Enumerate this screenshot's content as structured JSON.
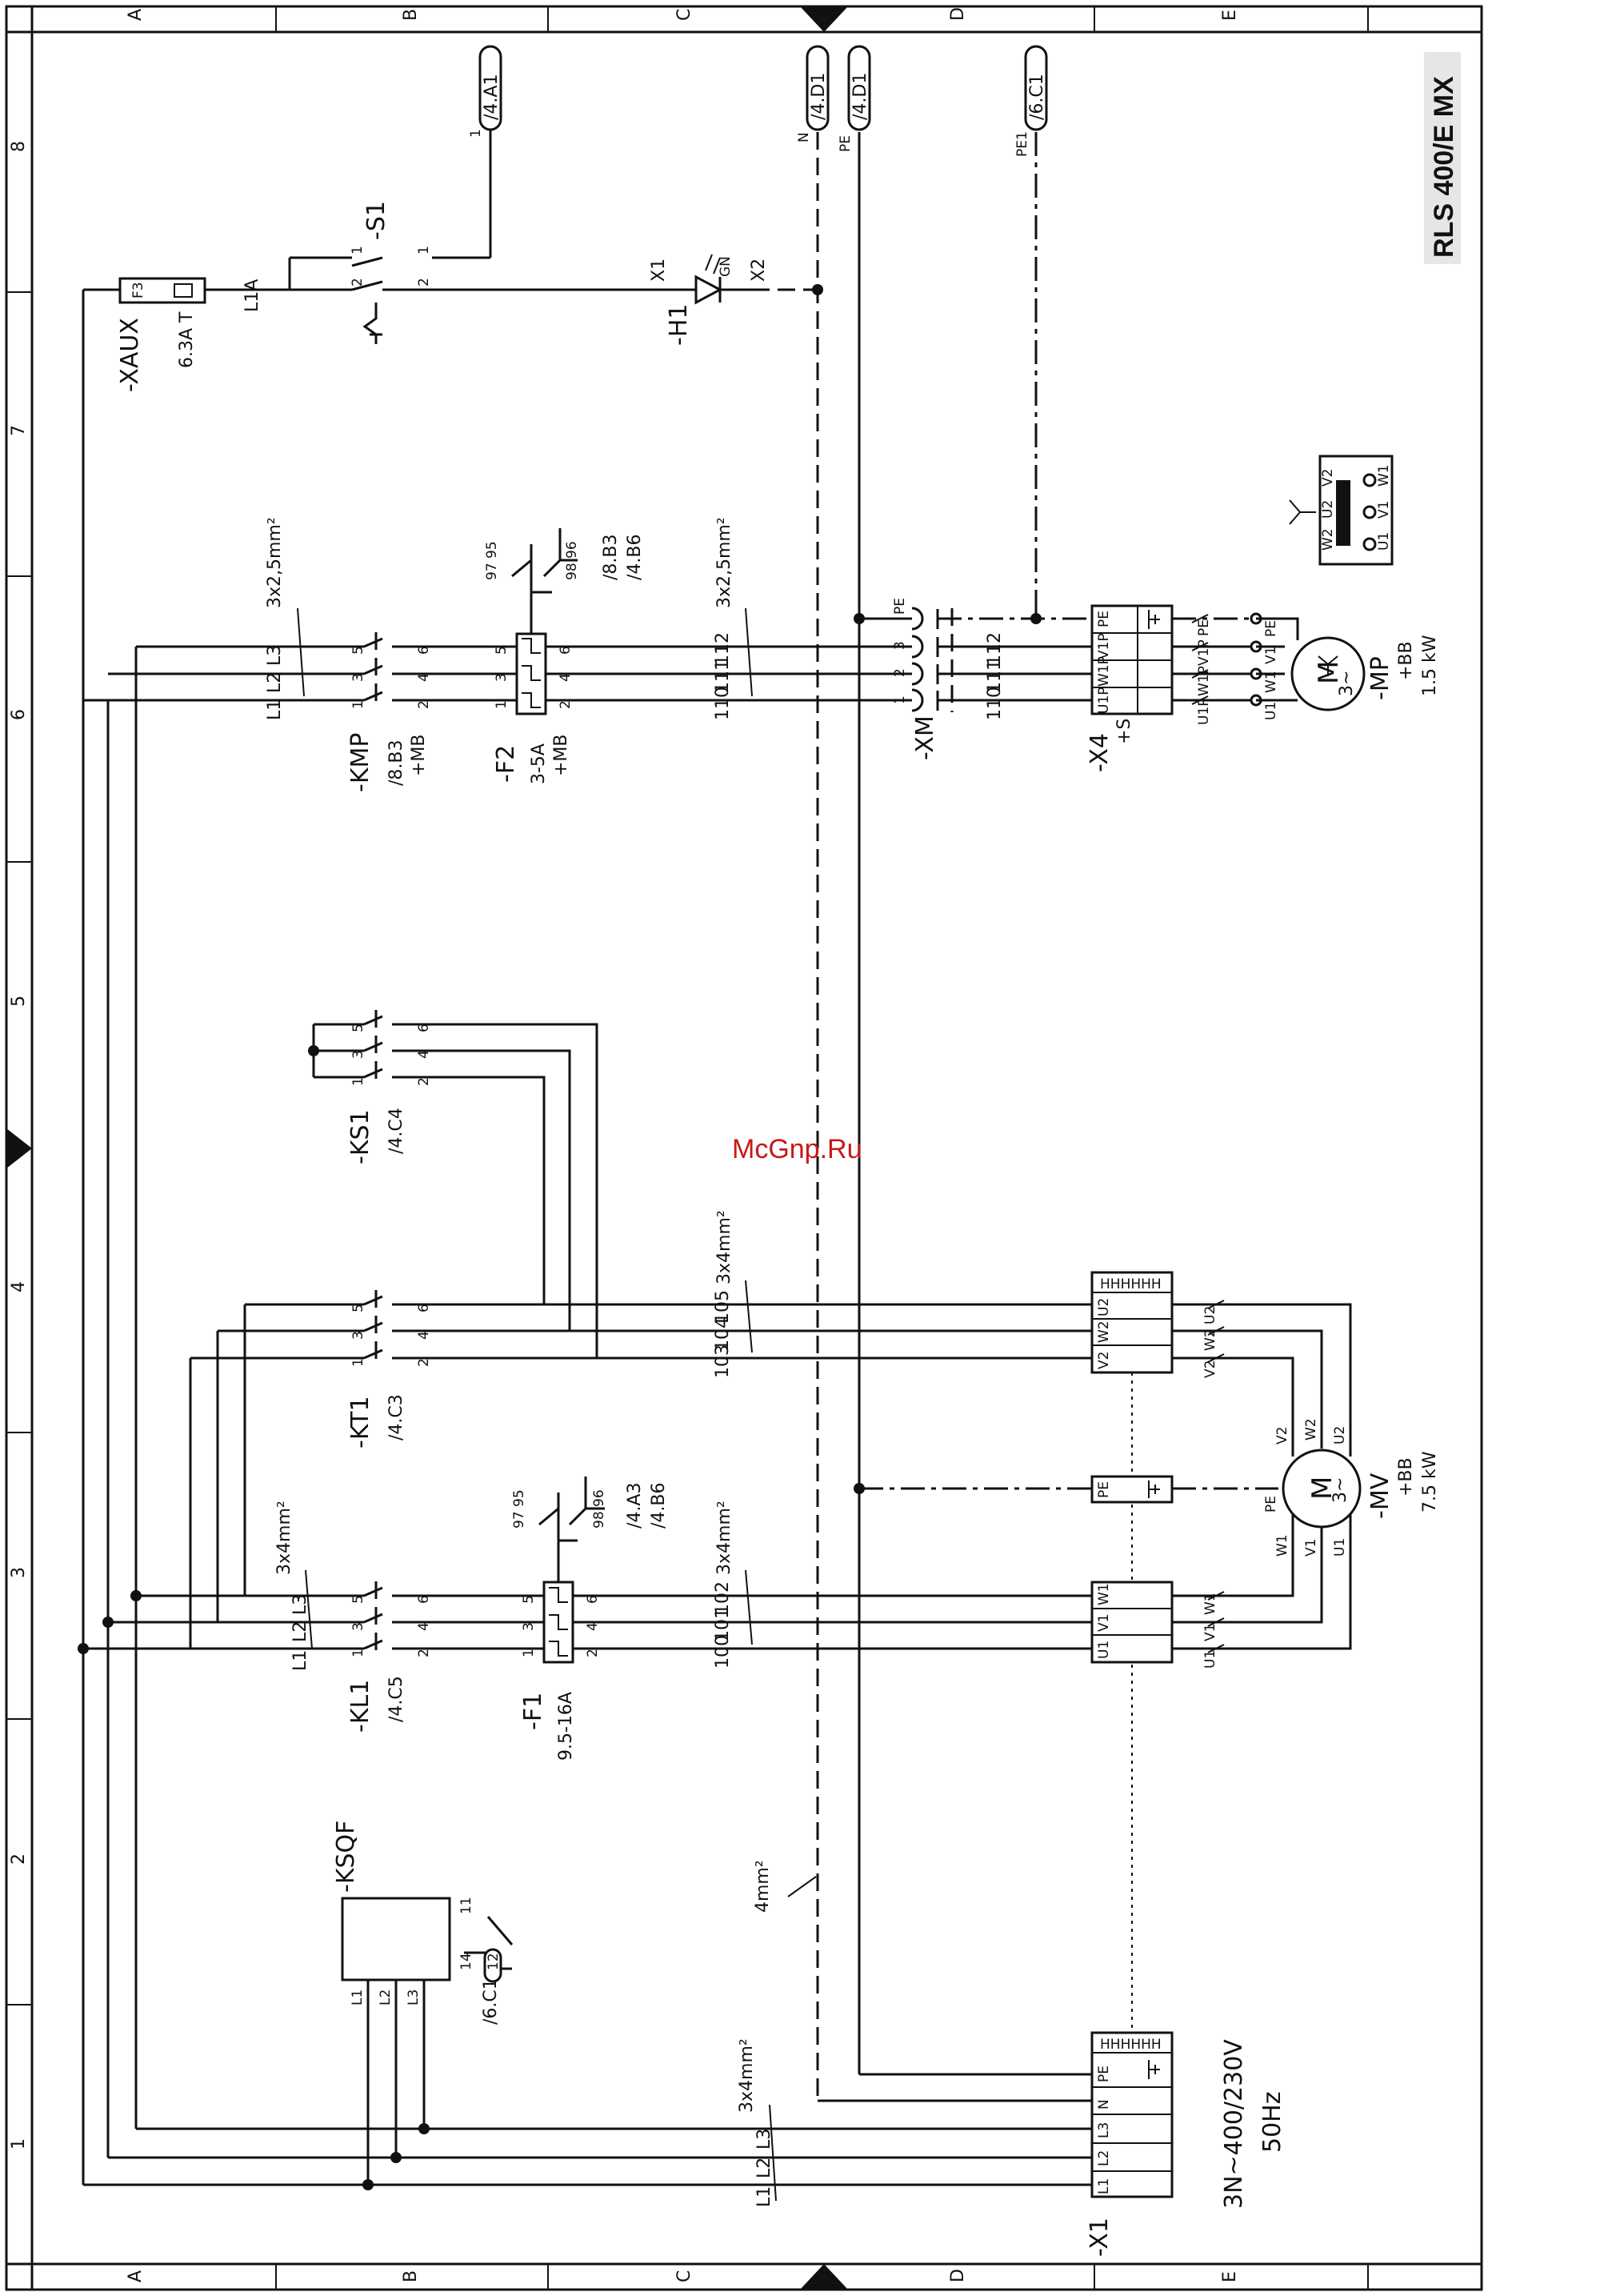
{
  "title": "RLS 400/E MX",
  "watermark": "McGnp.Ru",
  "column_letters": [
    "A",
    "B",
    "C",
    "D",
    "E"
  ],
  "row_numbers": [
    "8",
    "7",
    "6",
    "5",
    "4",
    "3",
    "2",
    "1"
  ],
  "references": {
    "a1": "/4.A1",
    "d1_n": "/4.D1",
    "d1_pe": "/4.D1",
    "c1": "/6.C1"
  },
  "net_labels": {
    "n": "N",
    "pe": "PE",
    "pe1": "PE1",
    "one": "1"
  },
  "fuse": {
    "tag": "-XAUX",
    "ref": "F3",
    "rating": "6.3A T",
    "wire": "L1A"
  },
  "switch": {
    "tag": "-S1",
    "t1": "1",
    "t2": "2",
    "t3": "1",
    "t4": "2"
  },
  "lamp": {
    "tag": "-H1",
    "x1": "X1",
    "x2": "X2",
    "color": "GN"
  },
  "kmp": {
    "tag": "-KMP",
    "ref1": "/8.B3",
    "ref2": "+MB"
  },
  "f2": {
    "tag": "-F2",
    "range": "3-5A",
    "loc": "+MB",
    "aux1": "97 95",
    "aux2": "98 96",
    "ref1": "/8.B3",
    "ref2": "/4.B6"
  },
  "ks1": {
    "tag": "-KS1",
    "ref": "/4.C4"
  },
  "kt1": {
    "tag": "-KT1",
    "ref": "/4.C3"
  },
  "kl1": {
    "tag": "-KL1",
    "ref": "/4.C5"
  },
  "f1": {
    "tag": "-F1",
    "range": "9.5-16A",
    "aux1": "97 95",
    "aux2": "98 96",
    "ref1": "/4.A3",
    "ref2": "/4.B6"
  },
  "ksqf": {
    "tag": "-KSQF",
    "l1": "L1",
    "l2": "L2",
    "l3": "L3",
    "c11": "11",
    "c14": "14",
    "c12": "12",
    "ref": "/6.C1"
  },
  "xm": {
    "tag": "-XM",
    "p1": "1",
    "p2": "2",
    "p3": "3",
    "pe": "PE"
  },
  "x4": {
    "tag": "-X4",
    "loc": "+S",
    "pe": "PE",
    "v": "V1P",
    "w": "W1P",
    "u": "U1P"
  },
  "mp": {
    "tag": "-MP",
    "loc": "+BB",
    "power": "1.5 kW",
    "m": "M",
    "ph": "3~",
    "u": "U1P",
    "w": "W1P",
    "v": "V1P",
    "pe": "PE",
    "u1": "U1",
    "w1": "W1",
    "v1": "V1",
    "pe2": "PE"
  },
  "star": {
    "w2": "W2",
    "u2": "U2",
    "v2": "V2",
    "u1": "U1",
    "v1": "V1",
    "w1": "W1"
  },
  "mv": {
    "tag": "-MV",
    "loc": "+BB",
    "power": "7.5 kW",
    "m": "M",
    "ph": "3~",
    "pe": "PE",
    "v2": "V2",
    "w2": "W2",
    "u2": "U2",
    "w1": "W1",
    "v1": "V1",
    "u1": "U1"
  },
  "xblk2": {
    "hh": "HHHHHH",
    "u2": "U2",
    "w2": "W2",
    "v2": "V2",
    "pe": "PE",
    "w1": "W1",
    "v1": "V1",
    "u1": "U1"
  },
  "x1": {
    "tag": "-X1",
    "hh": "HHHHHH",
    "pe": "PE",
    "n": "N",
    "l3": "L3",
    "l2": "L2",
    "l1": "L1"
  },
  "supply": {
    "line1": "3N~400/230V",
    "line2": "50Hz"
  },
  "wires": {
    "w110": "110",
    "w111": "111",
    "w112": "112",
    "w100": "100",
    "w101": "101",
    "w102": "102",
    "w103": "103",
    "w104": "104",
    "w105": "105",
    "l1": "L1",
    "l2": "L2",
    "l3": "L3"
  },
  "cross_sections": {
    "pump_in": "3x2,5mm²",
    "pump_out": "3x2,5mm²",
    "mv_in": "3x4mm²",
    "mv_out": "3x4mm²",
    "mv_delta": "3x4mm²",
    "n_line": "4mm²",
    "supply": "3x4mm²"
  },
  "contact_numbers": {
    "c1": "1",
    "c2": "2",
    "c3": "3",
    "c4": "4",
    "c5": "5",
    "c6": "6"
  }
}
